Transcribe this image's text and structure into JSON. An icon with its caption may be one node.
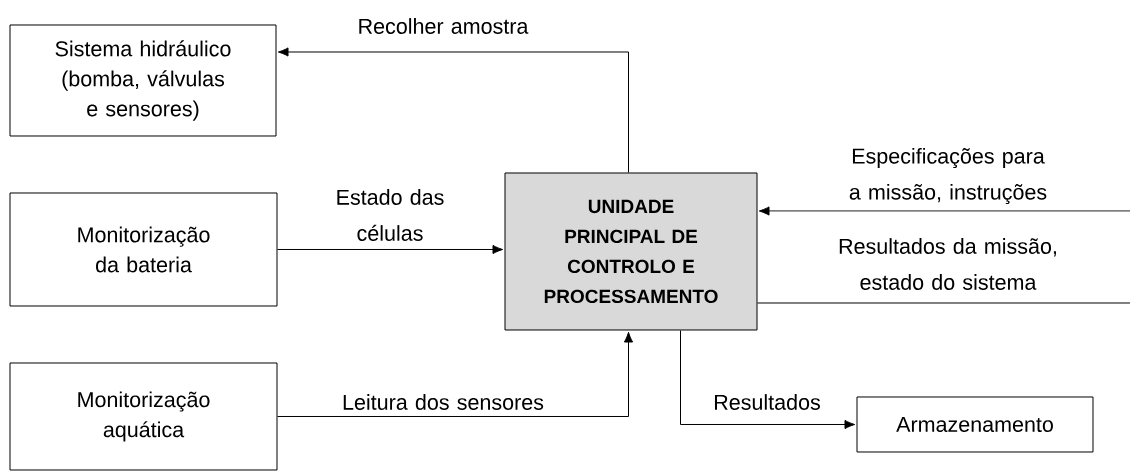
{
  "diagram": {
    "nodes": [
      {
        "text": [
          "Sistema hidráulico (bomba, válvulas e sensores)"
        ]
      },
      {
        "text": [
          "Monitorização da bateria"
        ]
      },
      {
        "text": [
          "Monitorização aquática"
        ]
      },
      {
        "text": [
          "UNIDADE PRINCIPAL DE CONTROLO E PROCESSAMENTO"
        ]
      },
      {
        "text": [
          "Armazenamento"
        ]
      }
    ],
    "edges": [
      {
        "from": 3,
        "to": 0,
        "arrow": "to",
        "label": "Recolher amostra"
      },
      {
        "from": 1,
        "to": 3,
        "arrow": "to",
        "label": "Estado das células"
      },
      {
        "from": 2,
        "to": 3,
        "arrow": "to",
        "label": "Leitura dos sensores"
      },
      {
        "from": 3,
        "to": 4,
        "arrow": "to",
        "label": "Resultados"
      },
      {
        "from": null,
        "to": 3,
        "arrow": "to",
        "label": "Especificações para a missão, instruções"
      },
      {
        "from": 3,
        "to": null,
        "arrow": "none",
        "label": "Resultados da missão, estado do sistema"
      }
    ]
  }
}
